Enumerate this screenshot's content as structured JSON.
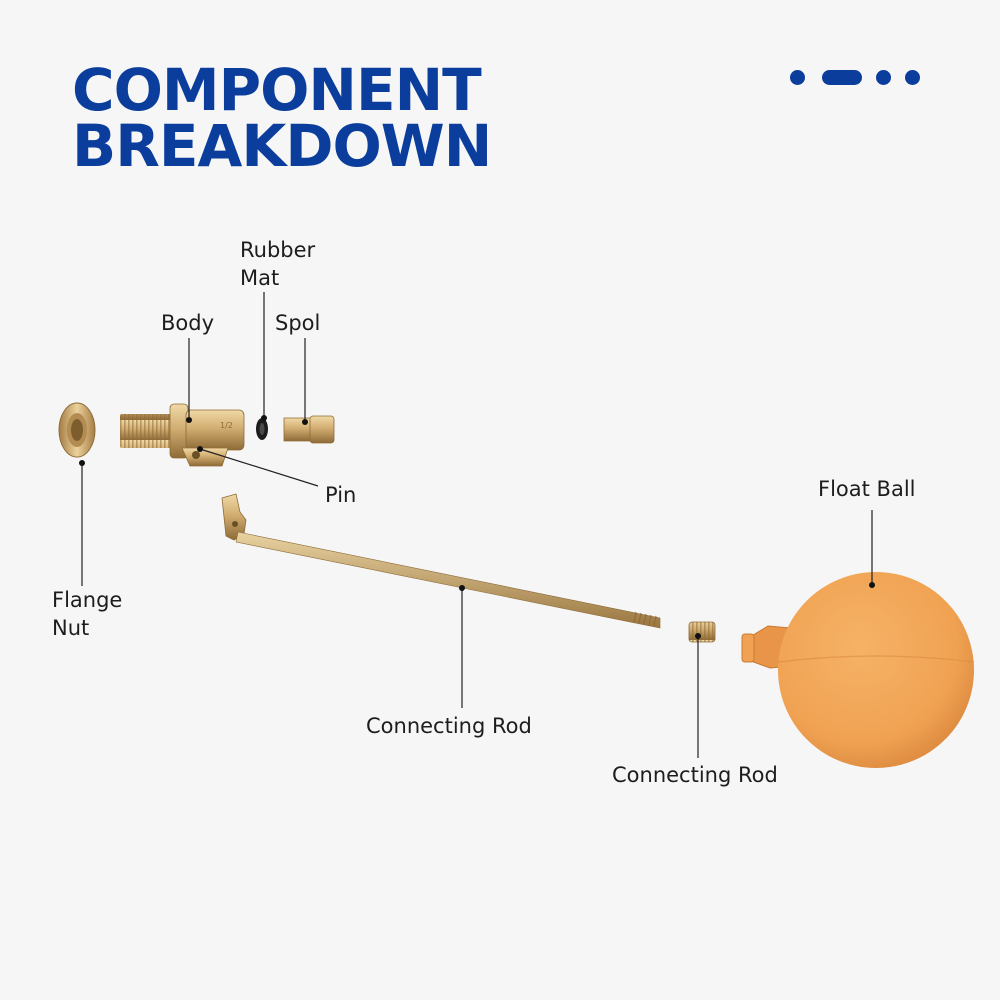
{
  "header": {
    "title_line1": "COMPONENT",
    "title_line2": "BREAKDOWN"
  },
  "colors": {
    "brand": "#0b3e9c",
    "brass": "#c9a66b",
    "float_orange": "#f0a252",
    "background": "#f6f6f6"
  },
  "labels": {
    "rubber_mat_line1": "Rubber",
    "rubber_mat_line2": "Mat",
    "body": "Body",
    "spol": "Spol",
    "pin": "Pin",
    "flange_nut_line1": "Flange",
    "flange_nut_line2": "Nut",
    "connecting_rod": "Connecting Rod",
    "connecting_rod_nut": "Connecting Rod",
    "float_ball": "Float Ball"
  }
}
